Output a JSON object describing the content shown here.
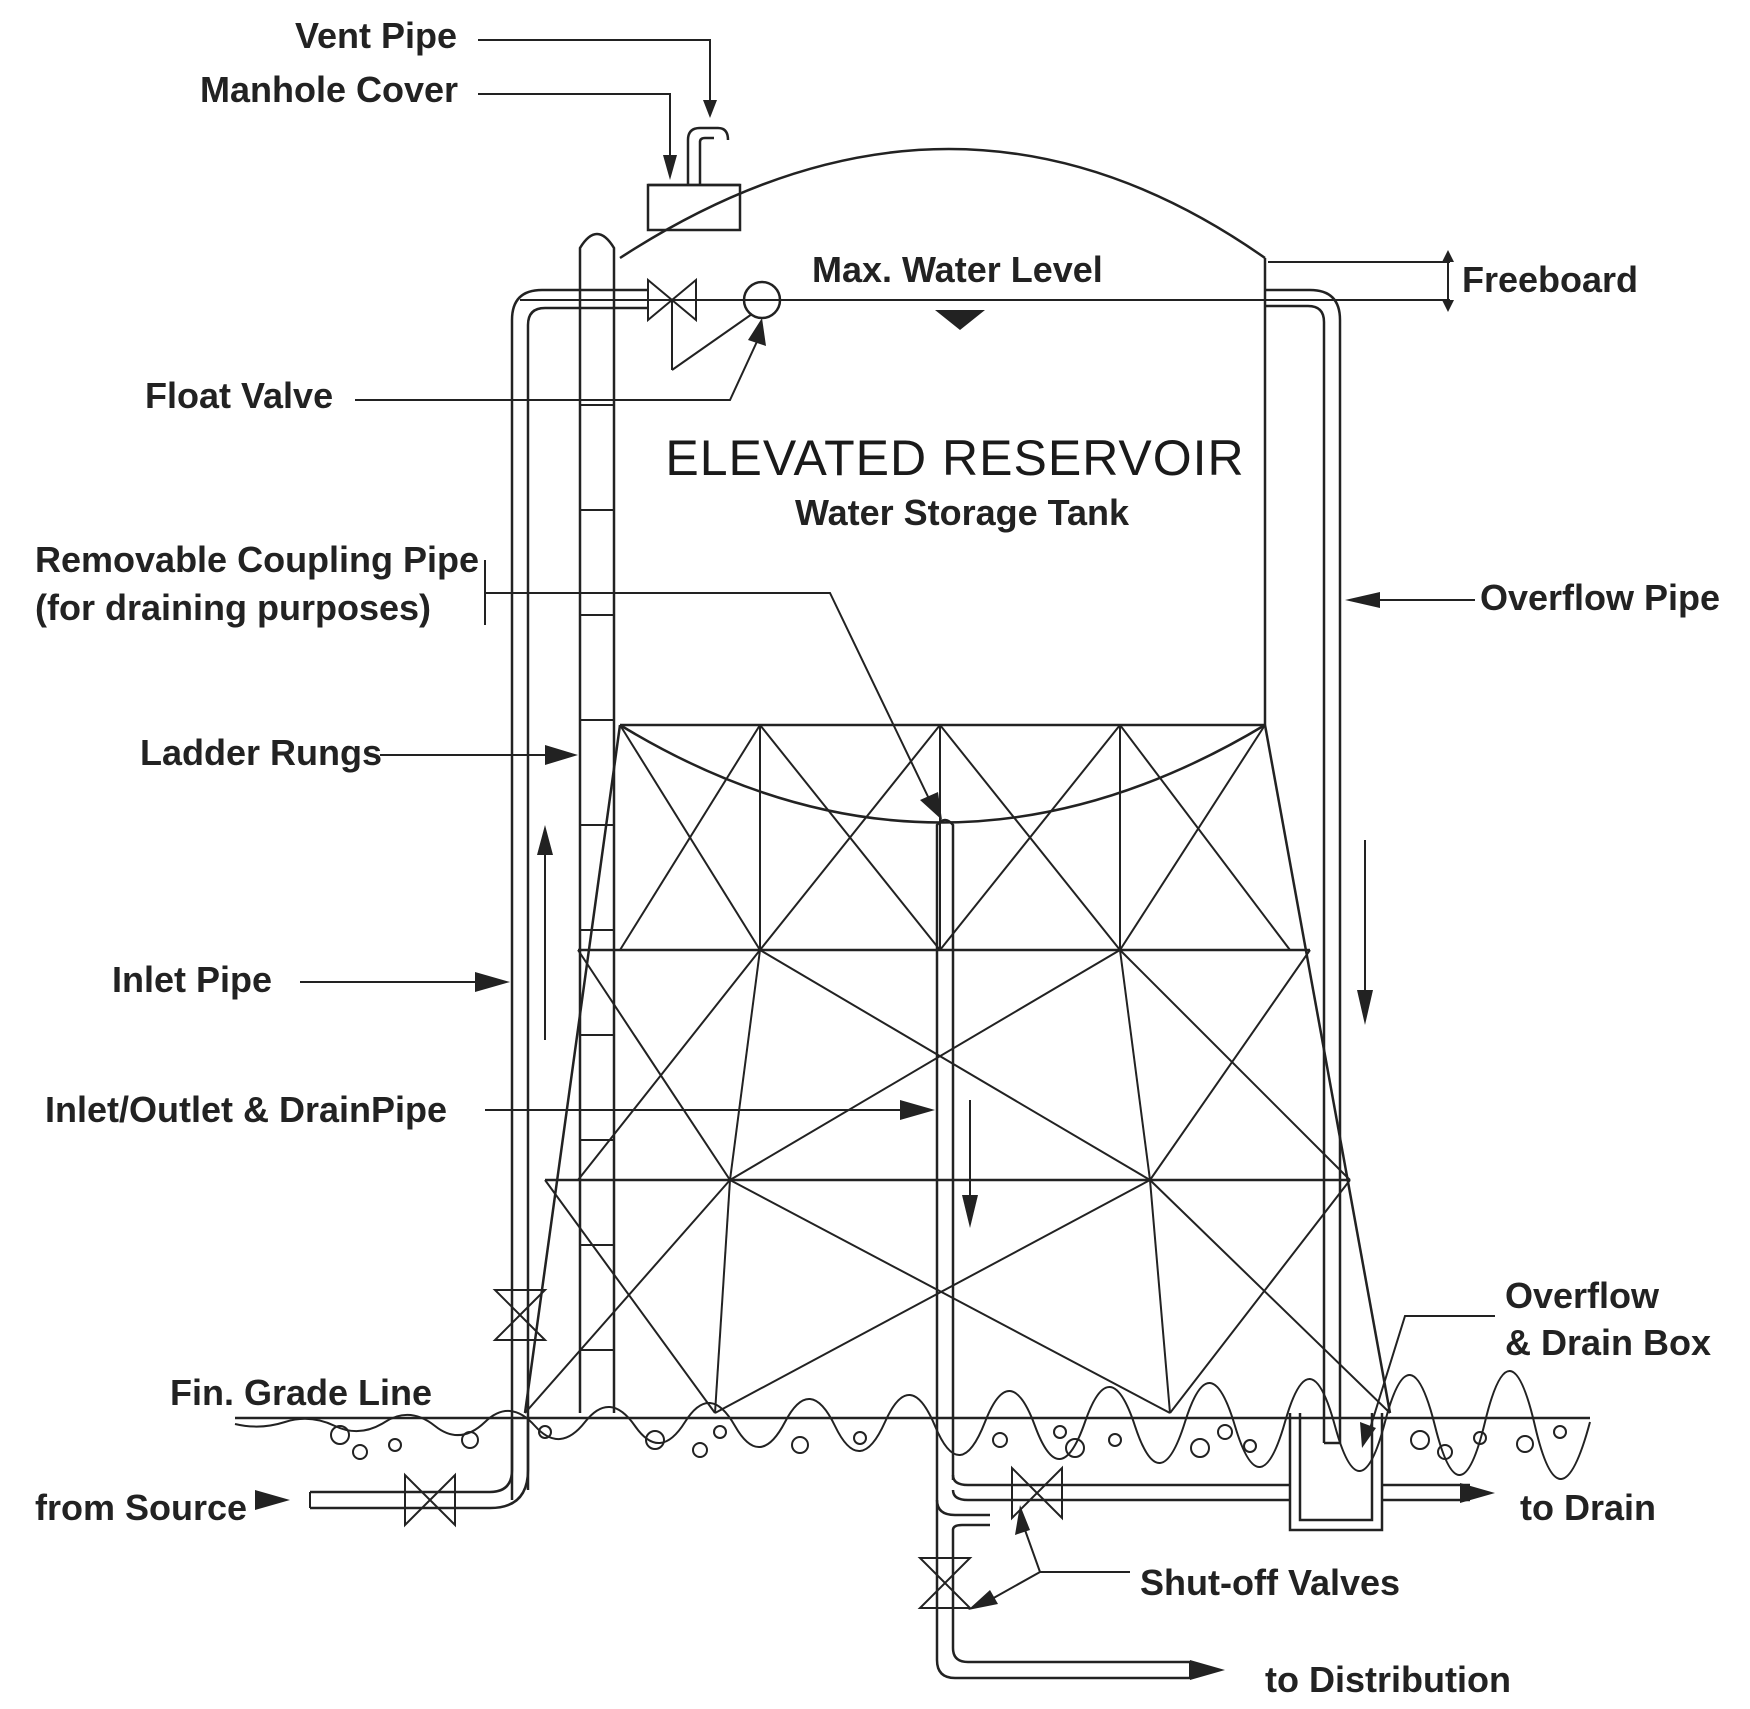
{
  "title": "ELEVATED  RESERVOIR",
  "subtitle": "Water Storage Tank",
  "labels": {
    "vent_pipe": "Vent Pipe",
    "manhole_cover": "Manhole Cover",
    "max_water_level": "Max. Water Level",
    "freeboard": "Freeboard",
    "float_valve": "Float Valve",
    "removable_coupling_1": "Removable Coupling Pipe",
    "removable_coupling_2": "(for draining purposes)",
    "overflow_pipe": "Overflow Pipe",
    "ladder_rungs": "Ladder Rungs",
    "inlet_pipe": "Inlet Pipe",
    "inlet_outlet_drain": "Inlet/Outlet & DrainPipe",
    "overflow_box_1": "Overflow",
    "overflow_box_2": "& Drain Box",
    "fin_grade_line": "Fin. Grade Line",
    "from_source": "from Source",
    "to_drain": "to Drain",
    "shutoff_valves": "Shut-off Valves",
    "to_distribution": "to Distribution"
  },
  "colors": {
    "ink": "#222222",
    "background": "#ffffff"
  }
}
